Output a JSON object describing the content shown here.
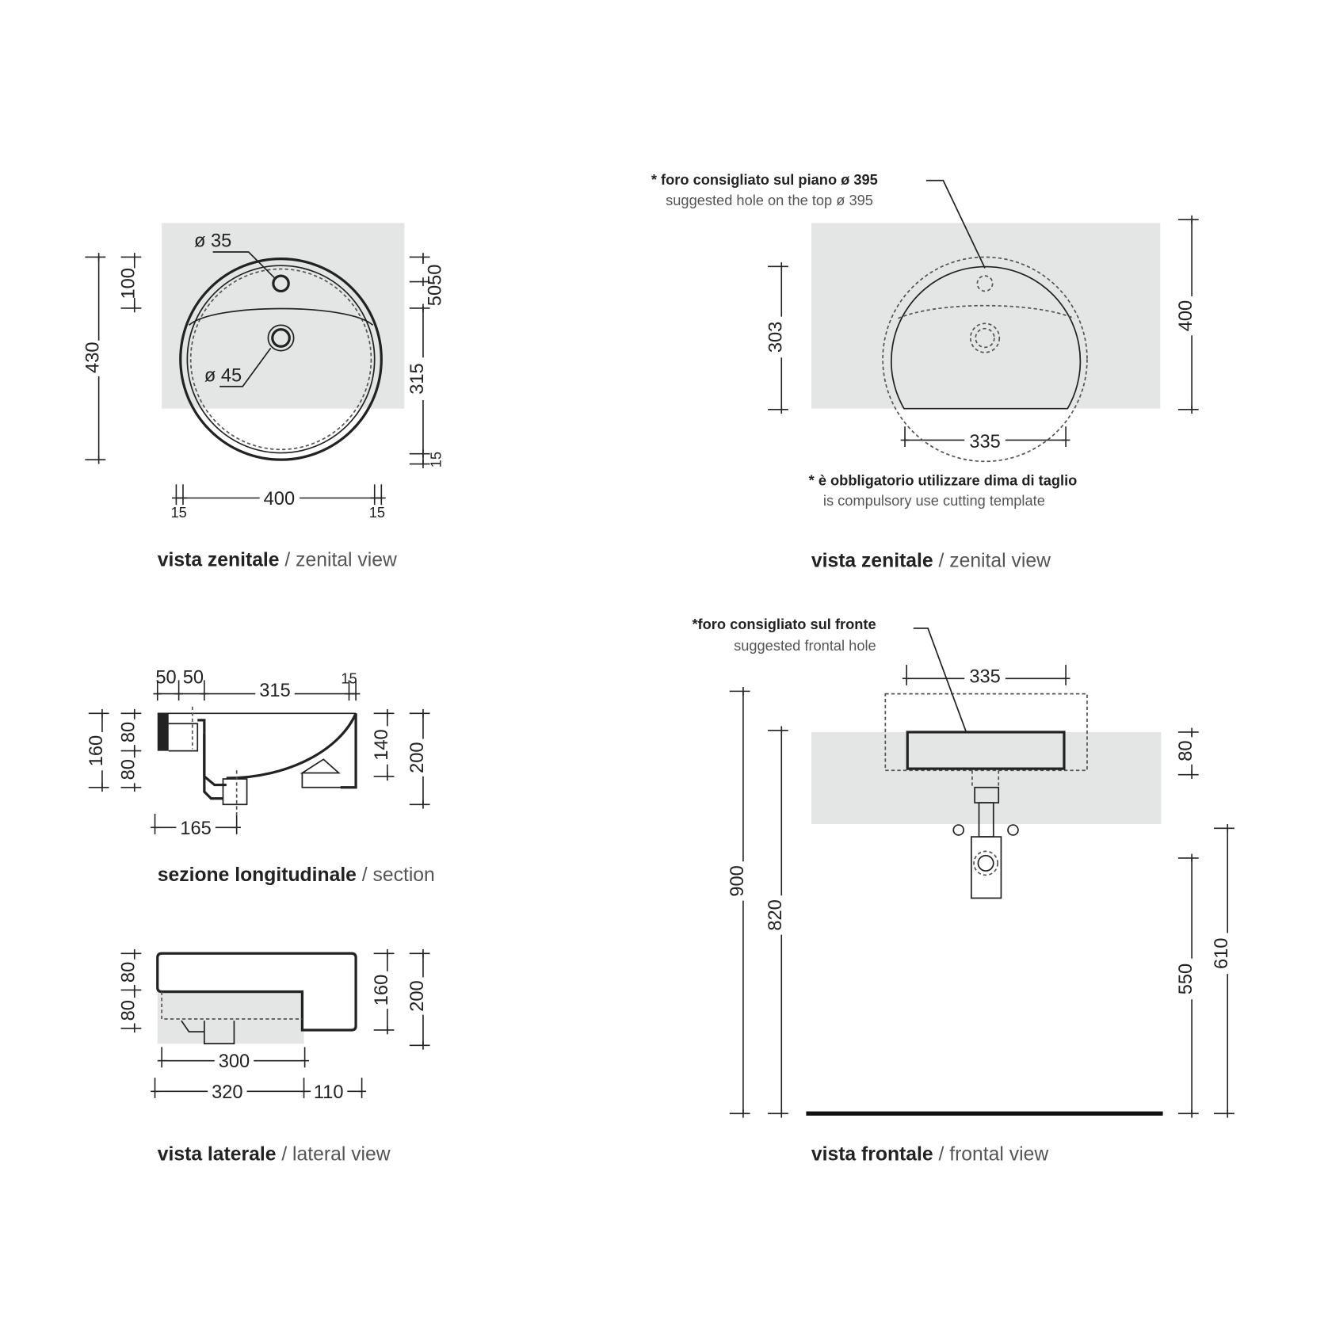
{
  "colors": {
    "counter_top": "#e4e6e5",
    "line": "#222222",
    "secondary_text": "#555555"
  },
  "top_view_left": {
    "caption_bold": "vista zenitale",
    "caption_light": " / zenital view",
    "hole_small": "ø 35",
    "hole_drain": "ø 45",
    "dim_total_depth": "430",
    "dim_hole_offset": "100",
    "dim_right_top": "5050",
    "dim_right_main": "315",
    "dim_right_bottom": "15",
    "dim_width": "400",
    "dim_left_rim": "15",
    "dim_right_rim": "15"
  },
  "top_view_right": {
    "caption_bold": "vista zenitale",
    "caption_light": " / zenital view",
    "note_top_bold": "* foro consigliato sul piano ø 395",
    "note_top_light": "suggested hole on the top ø 395",
    "note_bottom_bold": "* è obbligatorio utilizzare dima di taglio",
    "note_bottom_light": "is compulsory use cutting template",
    "dim_left": "303",
    "dim_right": "400",
    "dim_bottom": "335"
  },
  "section_view": {
    "caption_bold": "sezione longitudinale",
    "caption_light": " / section",
    "dim_top_1": "50",
    "dim_top_2": "50",
    "dim_top_main": "315",
    "dim_top_end": "15",
    "dim_left_total": "160",
    "dim_left_upper": "80",
    "dim_left_lower": "80",
    "dim_right_inner": "140",
    "dim_right_total": "200",
    "dim_bottom": "165"
  },
  "lateral_view": {
    "caption_bold": "vista laterale",
    "caption_light": " / lateral view",
    "dim_left_upper": "80",
    "dim_left_lower": "80",
    "dim_right_inner": "160",
    "dim_right_total": "200",
    "dim_bottom_inner": "300",
    "dim_bottom_main": "320",
    "dim_bottom_overhang": "110"
  },
  "frontal_view": {
    "caption_bold": "vista frontale",
    "caption_light": " / frontal view",
    "note_bold": "*foro consigliato sul fronte",
    "note_light": "suggested frontal hole",
    "dim_hole_width": "335",
    "dim_total_height": "900",
    "dim_top_height": "820",
    "dim_basin_height": "80",
    "dim_trap_height": "550",
    "dim_drain_height": "610"
  }
}
